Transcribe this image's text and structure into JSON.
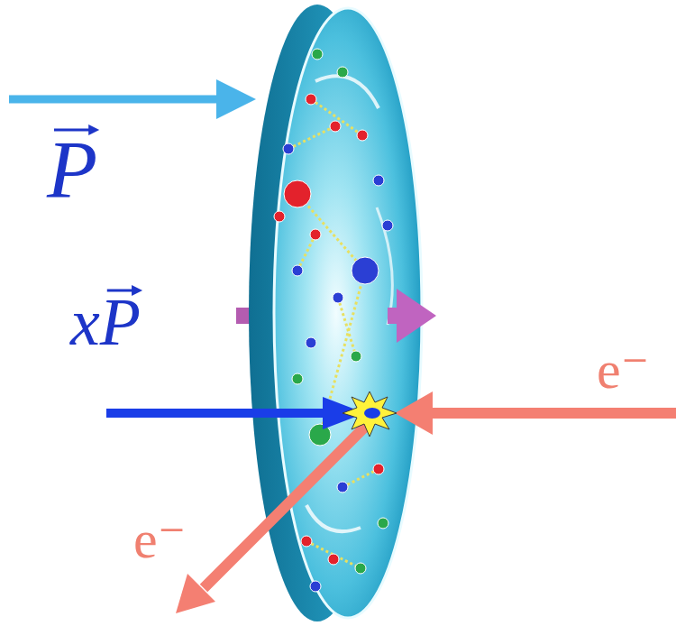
{
  "diagram": {
    "labels": [
      "P",
      "xP",
      "e⁻",
      "e⁻"
    ]
  }
}
